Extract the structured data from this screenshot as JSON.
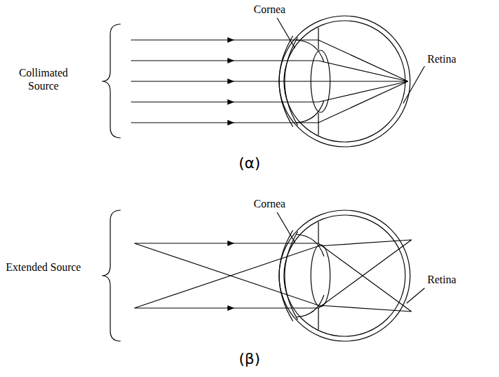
{
  "diagram": {
    "labels": [
      "Collimated Source",
      "Cornea",
      "Retina",
      "(α)",
      "Extended Source",
      "Cornea",
      "Retina",
      "(β)"
    ]
  }
}
